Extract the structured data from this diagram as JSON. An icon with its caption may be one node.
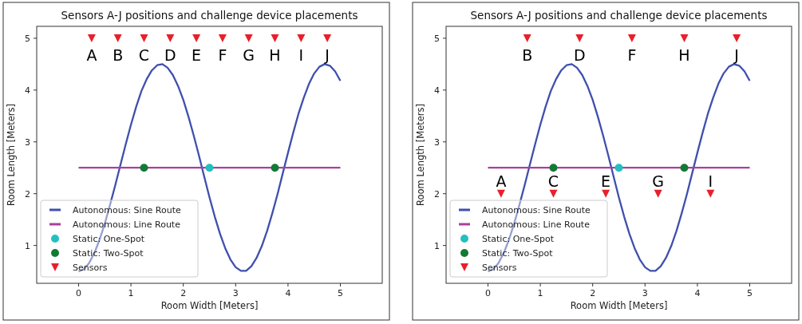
{
  "diagram": {
    "chart_data": [
      {
        "type": "scatter",
        "title": "Sensors A-J positions and challenge device placements",
        "xlabel": "Room Width [Meters]",
        "ylabel": "Room Length [Meters]",
        "xlim": [
          -0.8,
          5.8
        ],
        "ylim": [
          0.27,
          5.23
        ],
        "xticks": [
          0,
          1,
          2,
          3,
          4,
          5
        ],
        "yticks": [
          1,
          2,
          3,
          4,
          5
        ],
        "legend": "lower left",
        "series": [
          {
            "name": "Autonomous: Sine Route",
            "type": "line",
            "color": "#3f4fae",
            "x": [
              0,
              0.1,
              0.2,
              0.3,
              0.4,
              0.5,
              0.6,
              0.7,
              0.8,
              0.9,
              1.0,
              1.1,
              1.2,
              1.3,
              1.4,
              1.5,
              1.6,
              1.7,
              1.8,
              1.9,
              2.0,
              2.1,
              2.2,
              2.3,
              2.4,
              2.5,
              2.6,
              2.7,
              2.8,
              2.9,
              3.0,
              3.1,
              3.2,
              3.3,
              3.4,
              3.5,
              3.6,
              3.7,
              3.8,
              3.9,
              4.0,
              4.1,
              4.2,
              4.3,
              4.4,
              4.5,
              4.6,
              4.7,
              4.8,
              4.9,
              5.0
            ],
            "values": [
              0.5,
              0.54,
              0.66,
              0.85,
              1.11,
              1.42,
              1.78,
              2.16,
              2.56,
              2.95,
              3.33,
              3.68,
              3.98,
              4.21,
              4.38,
              4.48,
              4.5,
              4.43,
              4.29,
              4.08,
              3.81,
              3.48,
              3.12,
              2.73,
              2.33,
              1.93,
              1.56,
              1.23,
              0.95,
              0.73,
              0.58,
              0.51,
              0.51,
              0.6,
              0.76,
              0.99,
              1.28,
              1.62,
              1.99,
              2.39,
              2.79,
              3.18,
              3.54,
              3.85,
              4.12,
              4.32,
              4.45,
              4.5,
              4.47,
              4.36,
              4.18
            ]
          },
          {
            "name": "Autonomous: Line Route",
            "type": "line",
            "color": "#a8409f",
            "x": [
              0,
              5
            ],
            "values": [
              2.5,
              2.5
            ]
          },
          {
            "name": "Static: One-Spot",
            "color": "#22bfc1",
            "x": [
              2.5
            ],
            "values": [
              2.5
            ]
          },
          {
            "name": "Static: Two-Spot",
            "color": "#137a35",
            "x": [
              1.25,
              3.75
            ],
            "values": [
              2.5,
              2.5
            ]
          },
          {
            "name": "Sensors",
            "color": "#e8202a",
            "x": [
              0.25,
              0.75,
              1.25,
              1.75,
              2.25,
              2.75,
              3.25,
              3.75,
              4.25,
              4.75
            ],
            "values": [
              5,
              5,
              5,
              5,
              5,
              5,
              5,
              5,
              5,
              5
            ]
          }
        ],
        "annotations": [
          {
            "text": "A",
            "x": 0.25,
            "y": 5
          },
          {
            "text": "B",
            "x": 0.75,
            "y": 5
          },
          {
            "text": "C",
            "x": 1.25,
            "y": 5
          },
          {
            "text": "D",
            "x": 1.75,
            "y": 5
          },
          {
            "text": "E",
            "x": 2.25,
            "y": 5
          },
          {
            "text": "F",
            "x": 2.75,
            "y": 5
          },
          {
            "text": "G",
            "x": 3.25,
            "y": 5
          },
          {
            "text": "H",
            "x": 3.75,
            "y": 5
          },
          {
            "text": "I",
            "x": 4.25,
            "y": 5
          },
          {
            "text": "J",
            "x": 4.75,
            "y": 5
          }
        ]
      },
      {
        "type": "scatter",
        "title": "Sensors A-J positions and challenge device placements",
        "xlabel": "Room Width [Meters]",
        "ylabel": "Room Length [Meters]",
        "xlim": [
          -0.8,
          5.8
        ],
        "ylim": [
          0.27,
          5.23
        ],
        "xticks": [
          0,
          1,
          2,
          3,
          4,
          5
        ],
        "yticks": [
          1,
          2,
          3,
          4,
          5
        ],
        "legend": "lower left",
        "series": [
          {
            "name": "Autonomous: Sine Route",
            "type": "line",
            "color": "#3f4fae",
            "x": [
              0,
              0.1,
              0.2,
              0.3,
              0.4,
              0.5,
              0.6,
              0.7,
              0.8,
              0.9,
              1.0,
              1.1,
              1.2,
              1.3,
              1.4,
              1.5,
              1.6,
              1.7,
              1.8,
              1.9,
              2.0,
              2.1,
              2.2,
              2.3,
              2.4,
              2.5,
              2.6,
              2.7,
              2.8,
              2.9,
              3.0,
              3.1,
              3.2,
              3.3,
              3.4,
              3.5,
              3.6,
              3.7,
              3.8,
              3.9,
              4.0,
              4.1,
              4.2,
              4.3,
              4.4,
              4.5,
              4.6,
              4.7,
              4.8,
              4.9,
              5.0
            ],
            "values": [
              0.5,
              0.54,
              0.66,
              0.85,
              1.11,
              1.42,
              1.78,
              2.16,
              2.56,
              2.95,
              3.33,
              3.68,
              3.98,
              4.21,
              4.38,
              4.48,
              4.5,
              4.43,
              4.29,
              4.08,
              3.81,
              3.48,
              3.12,
              2.73,
              2.33,
              1.93,
              1.56,
              1.23,
              0.95,
              0.73,
              0.58,
              0.51,
              0.51,
              0.6,
              0.76,
              0.99,
              1.28,
              1.62,
              1.99,
              2.39,
              2.79,
              3.18,
              3.54,
              3.85,
              4.12,
              4.32,
              4.45,
              4.5,
              4.47,
              4.36,
              4.18
            ]
          },
          {
            "name": "Autonomous: Line Route",
            "type": "line",
            "color": "#a8409f",
            "x": [
              0,
              5
            ],
            "values": [
              2.5,
              2.5
            ]
          },
          {
            "name": "Static: One-Spot",
            "color": "#22bfc1",
            "x": [
              2.5
            ],
            "values": [
              2.5
            ]
          },
          {
            "name": "Static: Two-Spot",
            "color": "#137a35",
            "x": [
              1.25,
              3.75
            ],
            "values": [
              2.5,
              2.5
            ]
          },
          {
            "name": "Sensors",
            "color": "#e8202a",
            "x": [
              0.25,
              0.75,
              1.25,
              1.75,
              2.25,
              2.75,
              3.25,
              3.75,
              4.25,
              4.75
            ],
            "values": [
              2,
              5,
              2,
              5,
              2,
              5,
              2,
              5,
              2,
              5
            ]
          }
        ],
        "annotations": [
          {
            "text": "B",
            "x": 0.75,
            "y": 5
          },
          {
            "text": "D",
            "x": 1.75,
            "y": 5
          },
          {
            "text": "F",
            "x": 2.75,
            "y": 5
          },
          {
            "text": "H",
            "x": 3.75,
            "y": 5
          },
          {
            "text": "J",
            "x": 4.75,
            "y": 5
          },
          {
            "text": "A",
            "x": 0.25,
            "y": 2
          },
          {
            "text": "C",
            "x": 1.25,
            "y": 2
          },
          {
            "text": "E",
            "x": 2.25,
            "y": 2
          },
          {
            "text": "G",
            "x": 3.25,
            "y": 2
          },
          {
            "text": "I",
            "x": 4.25,
            "y": 2
          }
        ]
      }
    ]
  }
}
